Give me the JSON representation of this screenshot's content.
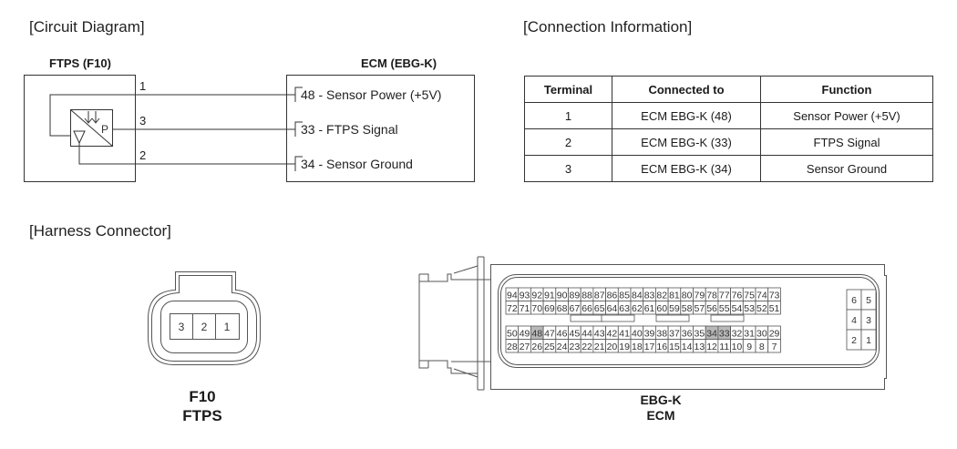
{
  "sections": {
    "circuit_diagram": "[Circuit Diagram]",
    "connection_information": "[Connection Information]",
    "harness_connector": "[Harness Connector]"
  },
  "circuit": {
    "sensor_label": "FTPS (F10)",
    "ecm_label": "ECM (EBG-K)",
    "sensor_terminals": [
      "1",
      "3",
      "2"
    ],
    "sensor_symbol_letter": "P",
    "ecm_pins": [
      "48 - Sensor Power (+5V)",
      "33 - FTPS Signal",
      "34 - Sensor Ground"
    ]
  },
  "connection_table": {
    "headers": [
      "Terminal",
      "Connected to",
      "Function"
    ],
    "rows": [
      [
        "1",
        "ECM EBG-K (48)",
        "Sensor Power (+5V)"
      ],
      [
        "2",
        "ECM EBG-K (33)",
        "FTPS Signal"
      ],
      [
        "3",
        "ECM EBG-K (34)",
        "Sensor Ground"
      ]
    ]
  },
  "f10_connector": {
    "pins": [
      "3",
      "2",
      "1"
    ],
    "caption_line1": "F10",
    "caption_line2": "FTPS"
  },
  "ecm_connector": {
    "rows": [
      [
        "94",
        "93",
        "92",
        "91",
        "90",
        "89",
        "88",
        "87",
        "86",
        "85",
        "84",
        "83",
        "82",
        "81",
        "80",
        "79",
        "78",
        "77",
        "76",
        "75",
        "74",
        "73"
      ],
      [
        "72",
        "71",
        "70",
        "69",
        "68",
        "67",
        "66",
        "65",
        "64",
        "63",
        "62",
        "61",
        "60",
        "59",
        "58",
        "57",
        "56",
        "55",
        "54",
        "53",
        "52",
        "51"
      ],
      [
        "50",
        "49",
        "48",
        "47",
        "46",
        "45",
        "44",
        "43",
        "42",
        "41",
        "40",
        "39",
        "38",
        "37",
        "36",
        "35",
        "34",
        "33",
        "32",
        "31",
        "30",
        "29"
      ],
      [
        "28",
        "27",
        "26",
        "25",
        "24",
        "23",
        "22",
        "21",
        "20",
        "19",
        "18",
        "17",
        "16",
        "15",
        "14",
        "13",
        "12",
        "11",
        "10",
        "9",
        "8",
        "7"
      ]
    ],
    "power_block": [
      [
        "6",
        "5"
      ],
      [
        "4",
        "3"
      ],
      [
        "2",
        "1"
      ]
    ],
    "highlighted_pins": [
      "48",
      "34",
      "33"
    ],
    "highlight_color": "#b8b8b8",
    "caption_line1": "EBG-K",
    "caption_line2": "ECM"
  }
}
